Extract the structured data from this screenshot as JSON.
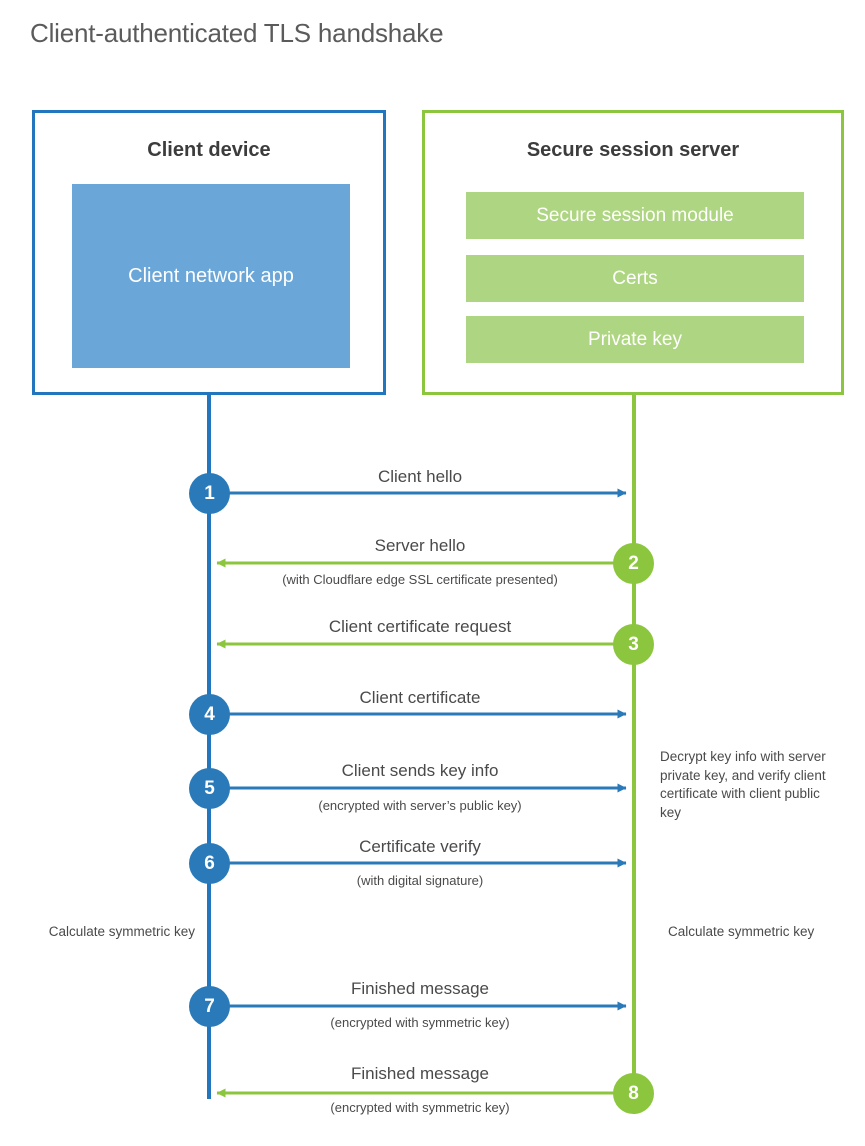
{
  "title": "Client-authenticated TLS handshake",
  "colors": {
    "client_border": "#2276bd",
    "client_fill": "#6aa6d8",
    "server_border": "#8cc63e",
    "server_fill": "#aed581",
    "client_circle": "#2a7ab9",
    "server_circle": "#8cc63e",
    "title_text": "#5b5b5b",
    "body_text": "#4a4a4a"
  },
  "actors": {
    "client": {
      "title": "Client device",
      "app_label": "Client network app"
    },
    "server": {
      "title": "Secure session server",
      "modules": [
        "Secure session module",
        "Certs",
        "Private key"
      ]
    }
  },
  "steps": [
    {
      "number": "1",
      "label": "Client hello",
      "sublabel": "",
      "direction": "client-to-server",
      "side": "client"
    },
    {
      "number": "2",
      "label": "Server hello",
      "sublabel": "(with Cloudflare edge SSL certificate presented)",
      "direction": "server-to-client",
      "side": "server"
    },
    {
      "number": "3",
      "label": "Client certificate request",
      "sublabel": "",
      "direction": "server-to-client",
      "side": "server"
    },
    {
      "number": "4",
      "label": "Client certificate",
      "sublabel": "",
      "direction": "client-to-server",
      "side": "client"
    },
    {
      "number": "5",
      "label": "Client sends key info",
      "sublabel": "(encrypted with server’s public key)",
      "direction": "client-to-server",
      "side": "client"
    },
    {
      "number": "6",
      "label": "Certificate verify",
      "sublabel": "(with digital signature)",
      "direction": "client-to-server",
      "side": "client"
    },
    {
      "number": "7",
      "label": "Finished message",
      "sublabel": "(encrypted with symmetric key)",
      "direction": "client-to-server",
      "side": "client"
    },
    {
      "number": "8",
      "label": "Finished message",
      "sublabel": "(encrypted with symmetric key)",
      "direction": "server-to-client",
      "side": "server"
    }
  ],
  "notes": {
    "decrypt": "Decrypt key info with server private key, and verify client certificate with client public key",
    "calculate_symmetric_key_client": "Calculate symmetric key",
    "calculate_symmetric_key_server": "Calculate symmetric key"
  }
}
